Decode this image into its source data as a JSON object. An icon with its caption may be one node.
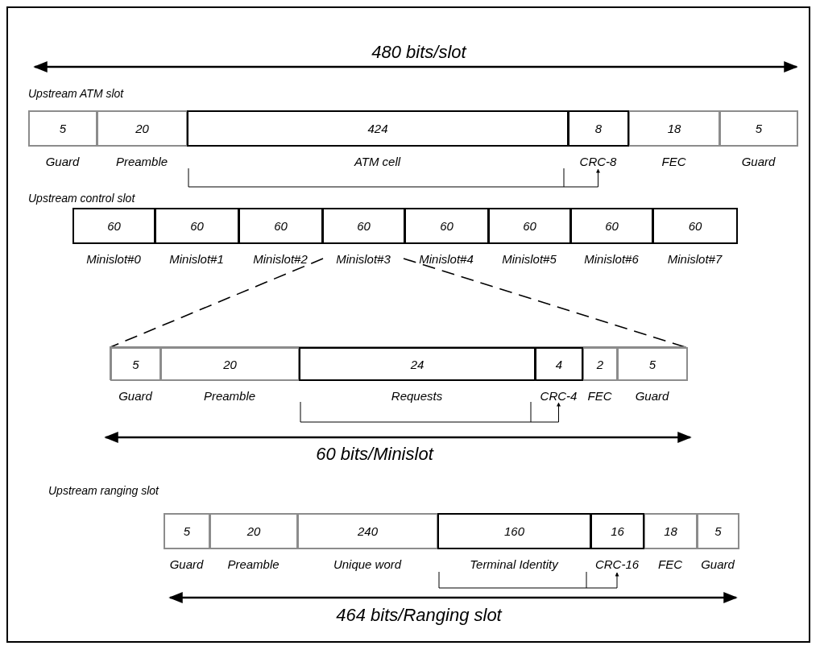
{
  "diagram": {
    "nodes": [
      {
        "text": [
          "Upstream ATM slot"
        ]
      },
      {
        "text": [
          "5"
        ],
        "beside": [
          "Guard"
        ],
        "in": 0
      },
      {
        "text": [
          "20"
        ],
        "beside": [
          "Preamble"
        ],
        "in": 0
      },
      {
        "text": [
          "424"
        ],
        "beside": [
          "ATM cell"
        ],
        "in": 0
      },
      {
        "text": [
          "8"
        ],
        "beside": [
          "CRC-8"
        ],
        "in": 0
      },
      {
        "text": [
          "18"
        ],
        "beside": [
          "FEC"
        ],
        "in": 0
      },
      {
        "text": [
          "5"
        ],
        "beside": [
          "Guard"
        ],
        "in": 0
      },
      {
        "text": [
          "Upstream control slot"
        ]
      },
      {
        "text": [
          "60"
        ],
        "beside": [
          "Minislot#0"
        ],
        "in": 7
      },
      {
        "text": [
          "60"
        ],
        "beside": [
          "Minislot#1"
        ],
        "in": 7
      },
      {
        "text": [
          "60"
        ],
        "beside": [
          "Minislot#2"
        ],
        "in": 7
      },
      {
        "text": [
          "60"
        ],
        "beside": [
          "Minislot#3"
        ],
        "in": 7
      },
      {
        "text": [
          "60"
        ],
        "beside": [
          "Minislot#4"
        ],
        "in": 7
      },
      {
        "text": [
          "60"
        ],
        "beside": [
          "Minislot#5"
        ],
        "in": 7
      },
      {
        "text": [
          "60"
        ],
        "beside": [
          "Minislot#6"
        ],
        "in": 7
      },
      {
        "text": [
          "60"
        ],
        "beside": [
          "Minislot#7"
        ],
        "in": 7
      },
      {
        "text": [],
        "shape": "box"
      },
      {
        "text": [
          "5"
        ],
        "beside": [
          "Guard"
        ],
        "in": 16
      },
      {
        "text": [
          "20"
        ],
        "beside": [
          "Preamble"
        ],
        "in": 16
      },
      {
        "text": [
          "24"
        ],
        "beside": [
          "Requests"
        ],
        "in": 16
      },
      {
        "text": [
          "4"
        ],
        "beside": [
          "CRC-4"
        ],
        "in": 16
      },
      {
        "text": [
          "2"
        ],
        "beside": [
          "FEC"
        ],
        "in": 16
      },
      {
        "text": [
          "5"
        ],
        "beside": [
          "Guard"
        ],
        "in": 16
      },
      {
        "text": [
          "Upstream ranging slot"
        ]
      },
      {
        "text": [
          "5"
        ],
        "beside": [
          "Guard"
        ],
        "in": 23
      },
      {
        "text": [
          "20"
        ],
        "beside": [
          "Preamble"
        ],
        "in": 23
      },
      {
        "text": [
          "240"
        ],
        "beside": [
          "Unique word"
        ],
        "in": 23
      },
      {
        "text": [
          "160"
        ],
        "beside": [
          "Terminal Identity"
        ],
        "in": 23
      },
      {
        "text": [
          "16"
        ],
        "beside": [
          "CRC-16"
        ],
        "in": 23
      },
      {
        "text": [
          "18"
        ],
        "beside": [
          "FEC"
        ],
        "in": 23
      },
      {
        "text": [
          "5"
        ],
        "beside": [
          "Guard"
        ],
        "in": 23
      }
    ],
    "edges": [
      {
        "from": 3,
        "to": 4,
        "arrow": "to"
      },
      {
        "from": 11,
        "to": 16,
        "arrow": "none",
        "style": "dashed"
      },
      {
        "from": 11,
        "to": 16,
        "arrow": "none",
        "style": "dashed"
      },
      {
        "from": 19,
        "to": 20,
        "arrow": "to"
      },
      {
        "from": 27,
        "to": 28,
        "arrow": "to"
      }
    ],
    "labels": [
      "480 bits/slot",
      "60 bits/Minislot",
      "464 bits/Ranging slot"
    ]
  }
}
